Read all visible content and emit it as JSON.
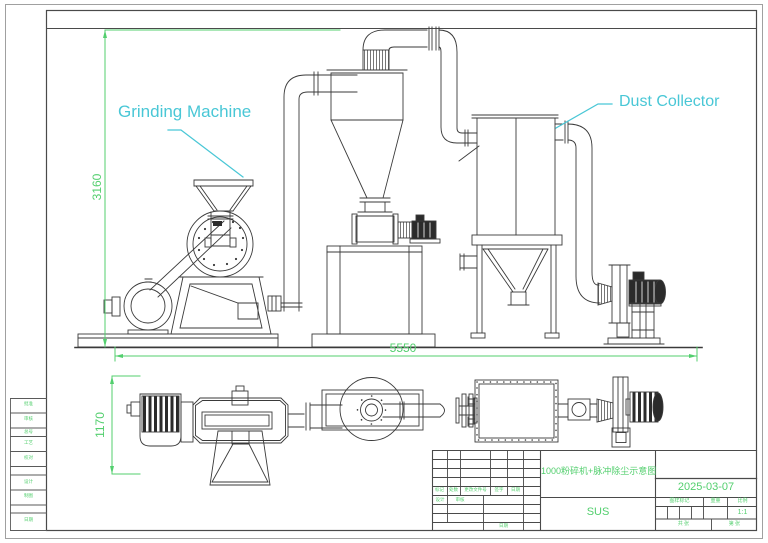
{
  "sheet": {
    "labels": {
      "grinding_machine": "Grinding Machine",
      "dust_collector": "Dust Collector"
    },
    "dimensions": {
      "total_height": "3160",
      "total_length": "5550",
      "plan_depth": "1170"
    }
  },
  "title_block": {
    "drawing_title": "1000粉碎机+脉冲除尘示意图",
    "date": "2025-03-07",
    "material": "SUS",
    "scale_value": "1:1",
    "revision_header": {
      "mark": "标记",
      "count": "处数",
      "change_doc_no": "更改文件号",
      "signature": "签字",
      "date": "日期"
    },
    "roles": {
      "design": "设计",
      "review": "审核",
      "date_label": "日期"
    },
    "right_section": {
      "stamp": "图样标记",
      "weight": "重量",
      "scale": "比例",
      "sheets_total": "共 张",
      "sheet_no": "第 张"
    }
  },
  "left_strip": {
    "rows": [
      {
        "label": "批准"
      },
      {
        "label": "审核"
      },
      {
        "label": "总号"
      },
      {
        "label": "工艺"
      },
      {
        "label": "校对"
      },
      {
        "label": ""
      },
      {
        "label": "设计"
      },
      {
        "label": "制图"
      },
      {
        "label": ""
      },
      {
        "label": "日期"
      }
    ]
  },
  "colors": {
    "dimension_green": "#53cf6e",
    "label_cyan": "#49c7d6",
    "line_dark": "#3a3a3a"
  }
}
